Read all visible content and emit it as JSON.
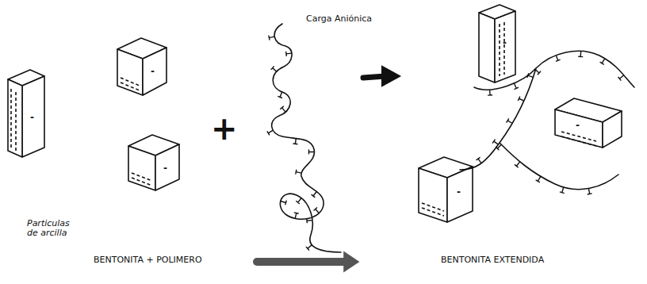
{
  "diagram": {
    "labels": [
      "Particulas de arcilla",
      "+",
      "Carga Aniónica",
      "BENTONITA + POLIMERO",
      "BENTONITA EXTENDIDA",
      "-",
      "-",
      "-",
      "-",
      "-",
      "-"
    ]
  }
}
